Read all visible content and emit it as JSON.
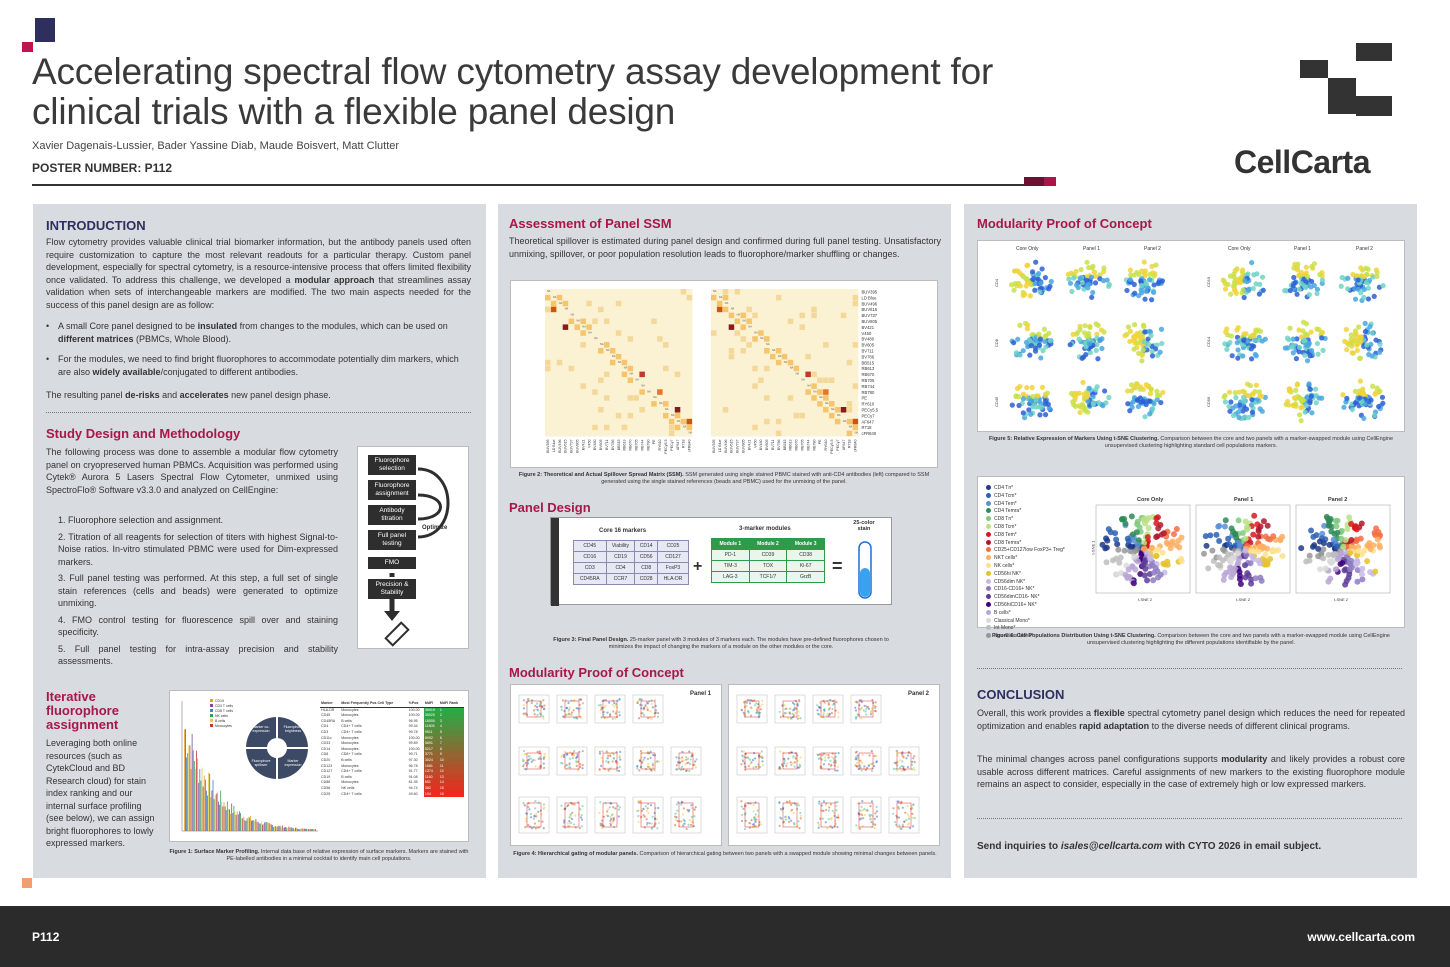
{
  "header": {
    "title": "Accelerating spectral flow cytometry assay development for clinical trials with a flexible panel design",
    "authors": "Xavier Dagenais-Lussier, Bader Yassine Diab, Maude Boisvert, Matt Clutter",
    "poster_number": "POSTER NUMBER: P112",
    "brand": "CellCarta"
  },
  "intro": {
    "heading": "INTRODUCTION",
    "p1_a": "Flow cytometry provides valuable clinical trial biomarker information, but the antibody panels used often require customization to capture the most relevant readouts for a particular therapy. Custom panel development, especially for spectral cytometry, is a resource-intensive process that offers limited flexibility once validated. To address this challenge, we developed a ",
    "p1_b": "modular approach",
    "p1_c": " that streamlines assay validation when sets of interchangeable markers are modified. The two main aspects needed for the success of this panel design are as follow:",
    "b1_a": "A small Core panel designed to be ",
    "b1_b": "insulated",
    "b1_c": " from changes to the modules, which can be used on ",
    "b1_d": "different matrices",
    "b1_e": " (PBMCs, Whole Blood).",
    "b2_a": "For the modules, we need to find bright fluorophores to accommodate potentially dim markers, which are also ",
    "b2_b": "widely available",
    "b2_c": "/conjugated to different antibodies.",
    "p2_a": "The resulting panel ",
    "p2_b": "de-risks",
    "p2_c": " and ",
    "p2_d": "accelerates",
    "p2_e": " new panel design phase."
  },
  "study": {
    "heading": "Study Design and Methodology",
    "p1": "The following process was done to assemble a modular flow cytometry panel on cryopreserved human PBMCs. Acquisition was performed using Cytek® Aurora 5 Lasers Spectral Flow Cytometer, unmixed using SpectroFlo® Software v3.3.0 and analyzed on CellEngine:",
    "steps": [
      "1. Fluorophore selection and assignment.",
      "2. Titration of all reagents for selection of titers with highest Signal-to-Noise ratios. In-vitro stimulated PBMC were used for Dim-expressed markers.",
      "3. Full panel testing was performed. At this step, a full set of single stain references (cells and beads) were generated to optimize unmixing.",
      "4. FMO control testing for fluorescence spill over and staining specificity.",
      "5. Full panel testing for intra-assay precision and stability assessments."
    ],
    "flow": [
      "Fluorophore selection",
      "Fluorophore assignment",
      "Antibody titration",
      "Full panel testing",
      "FMO",
      "Precision & Stability"
    ],
    "optimize": "Optimize"
  },
  "iterative": {
    "heading_1": "Iterative",
    "heading_2": "fluorophore",
    "heading_3": "assignment",
    "text": "Leveraging both online resources (such as CytekCloud and BD Research cloud) for stain index ranking and our internal surface profiling (see below), we can assign bright fluorophores to lowly expressed markers.",
    "fig1_title": "Figure 1: Surface Marker Profiling.",
    "fig1_text": " Internal data base of relative expression of surface markers. Markers are stained with PE-labelled antibodies in a minimal cocktail to identify main cell populations.",
    "circle": [
      "Marker co-expression",
      "Fluorophore brightness",
      "Fluorophore spillover",
      "Marker expression"
    ],
    "table_head": [
      "Marker",
      "Most Frequently Pos Cell Type",
      "%Pos",
      "MdFI",
      "MdFI Rank"
    ],
    "table_rows": [
      [
        "HLA-DR",
        "Monocytes",
        "100.00",
        "36919",
        "1"
      ],
      [
        "CD45",
        "Monocytes",
        "100.00",
        "35020",
        "2"
      ],
      [
        "CD45RA",
        "B cells",
        "96.95",
        "18050",
        "3"
      ],
      [
        "CD4",
        "CD4+ T cells",
        "99.34",
        "11805",
        "4"
      ],
      [
        "CD3",
        "CD4+ T cells",
        "99.78",
        "9511",
        "5"
      ],
      [
        "CD11c",
        "Monocytes",
        "100.00",
        "8902",
        "6"
      ],
      [
        "CD33",
        "Monocytes",
        "99.89",
        "5891",
        "7"
      ],
      [
        "CD14",
        "Monocytes",
        "100.00",
        "5217",
        "8"
      ],
      [
        "CD8",
        "CD8+ T cells",
        "99.71",
        "3771",
        "9"
      ],
      [
        "CD20",
        "B cells",
        "97.30",
        "3024",
        "10"
      ],
      [
        "CD123",
        "Monocytes",
        "96.78",
        "1681",
        "11"
      ],
      [
        "CD127",
        "CD4+ T cells",
        "91.77",
        "1374",
        "12"
      ],
      [
        "CD19",
        "B cells",
        "91.08",
        "1160",
        "13"
      ],
      [
        "CD86",
        "Monocytes",
        "81.35",
        "651",
        "14"
      ],
      [
        "CD56",
        "NK cells",
        "94.74",
        "382",
        "15"
      ],
      [
        "CD25",
        "CD4+ T cells",
        "49.60",
        "104",
        "16"
      ]
    ],
    "bar_legend": [
      "CD19",
      "CD3 T cells",
      "CD8 T cells",
      "NK cells",
      "B cells",
      "Monocytes"
    ]
  },
  "ssm": {
    "heading": "Assessment of Panel SSM",
    "text": "Theoretical spillover is estimated during panel design and confirmed during full panel testing. Unsatisfactory unmixing, spillover, or poor population resolution leads to fluorophore/marker shuffling or changes.",
    "labels": [
      "BUV395",
      "LD Blue",
      "BUV496",
      "BUV615",
      "BUV737",
      "BUV805",
      "BV421",
      "V450",
      "BV480",
      "BV605",
      "BV711",
      "BV786",
      "BB515",
      "RB613",
      "RB670",
      "RB705",
      "RB744",
      "RB780",
      "PE",
      "RY610",
      "PECy5.5",
      "PECy7",
      "AF647",
      "R718",
      "cFR840"
    ],
    "fig2_title": "Figure 2: Theoretical and Actual Spillover Spread Matrix (SSM).",
    "fig2_text": " SSM generated using single stained PBMC stained with anti-CD4 antibodies (left) compared to SSM generated using the single stained references (beads and PBMC) used for the unmixing of the panel."
  },
  "design": {
    "heading": "Panel Design",
    "core_title": "Core 16 markers",
    "core": [
      [
        "CD45",
        "Viability",
        "CD14",
        "CD25"
      ],
      [
        "CD16",
        "CD19",
        "CD56",
        "CD127"
      ],
      [
        "CD3",
        "CD4",
        "CD8",
        "FoxP3"
      ],
      [
        "CD45RA",
        "CCR7",
        "CD28",
        "HLA-DR"
      ]
    ],
    "mod_title": "3-marker modules",
    "mod_head": [
      "Module 1",
      "Module 2",
      "Module 3"
    ],
    "mod_rows": [
      [
        "PD-1",
        "CD39",
        "CD38"
      ],
      [
        "TIM-3",
        "TOX",
        "Ki-67"
      ],
      [
        "LAG-3",
        "TCF1/7",
        "GrzB"
      ]
    ],
    "stain_title": "25-color stain",
    "fig3_title": "Figure 3: Final Panel Design.",
    "fig3_text": " 25-marker panel with 3 modules of 3 markers each. The modules have pre-defined fluorophores chosen to minimizes the impact of changing the markers of a module on the other modules or the core."
  },
  "modularity_mid": {
    "heading": "Modularity Proof of Concept",
    "panel1": "Panel 1",
    "panel2": "Panel 2",
    "fig4_title": "Figure 4: Hierarchical gating of modular panels.",
    "fig4_text": " Comparison of hierarchical gating between two panels with a swapped module showing minimal changes between panels."
  },
  "modularity_right": {
    "heading": "Modularity Proof of Concept",
    "cols": [
      "Core Only",
      "Panel 1",
      "Panel 2",
      "Core Only",
      "Panel 1",
      "Panel 2"
    ],
    "row_labels_left": [
      "CD4",
      "CD8",
      "CD45"
    ],
    "row_labels_right": [
      "CD19",
      "CD14",
      "CD56"
    ],
    "fig5_title": "Figure 5: Relative Expression of Markers Using t-SNE Clustering.",
    "fig5_text": " Comparison between the core and two panels with a marker-swapped module using CellEngine unsupervised clustering highlighting standard cell populations markers.",
    "pop_cols": [
      "Core Only",
      "Panel 1",
      "Panel 2"
    ],
    "axis_y": "t-SNE 1",
    "axis_x": "t-SNE 2",
    "legend": [
      {
        "label": "CD4 Tn*",
        "color": "#1f3a8a"
      },
      {
        "label": "CD4 Tcm*",
        "color": "#2c5fb5"
      },
      {
        "label": "CD4 Tem*",
        "color": "#5a8fd6"
      },
      {
        "label": "CD4 Temra*",
        "color": "#2e8b57"
      },
      {
        "label": "CD8 Tn*",
        "color": "#7fc97f"
      },
      {
        "label": "CD8 Tcm*",
        "color": "#b8e186"
      },
      {
        "label": "CD8 Tem*",
        "color": "#d7191c"
      },
      {
        "label": "CD8 Temra*",
        "color": "#b2182b"
      },
      {
        "label": "CD25+CD127low FoxP3+ Treg*",
        "color": "#f46d43"
      },
      {
        "label": "NKT cells*",
        "color": "#fdae61"
      },
      {
        "label": "NK cells*",
        "color": "#fee08b"
      },
      {
        "label": "CD56hi NK*",
        "color": "#e6c229"
      },
      {
        "label": "CD56dim NK*",
        "color": "#c7b8e6"
      },
      {
        "label": "CD16-CD16+ NK*",
        "color": "#8e7cc3"
      },
      {
        "label": "CD56dimCD16- NK*",
        "color": "#5e3c99"
      },
      {
        "label": "CD56hiCD16+ NK*",
        "color": "#3f007d"
      },
      {
        "label": "B cells*",
        "color": "#b9a6d6"
      },
      {
        "label": "Classical Mono*",
        "color": "#d9d9d9"
      },
      {
        "label": "Int Mono*",
        "color": "#bdbdbd"
      },
      {
        "label": "Non-Class Mono*",
        "color": "#969696"
      }
    ],
    "fig6_title": "Figure 6: Cell Populations Distribution Using t-SNE Clustering.",
    "fig6_text": " Comparison between the core and two panels with a marker-swapped module using CellEngine unsupervised clustering highlighting the different populations identifiable by the panel."
  },
  "conclusion": {
    "heading": "CONCLUSION",
    "p1_a": "Overall, this work provides a ",
    "p1_b": "flexible",
    "p1_c": " spectral cytometry panel design which reduces the need for repeated optimization and enables ",
    "p1_d": "rapid adaptation",
    "p1_e": " to the diverse needs of different clinical programs.",
    "p2_a": "The minimal changes across panel configurations supports ",
    "p2_b": "modularity",
    "p2_c": " and likely provides a robust core usable across different matrices. Careful assignments of new markers to the existing fluorophore module remains an aspect to consider, especially in the case of extremely high or low expressed markers.",
    "contact_a": "Send inquiries to ",
    "contact_b": "isales@cellcarta.com",
    "contact_c": " with CYTO 2026 in email subject."
  },
  "footer": {
    "left": "P112",
    "right": "www.cellcarta.com"
  },
  "colors": {
    "accent": "#a8174a",
    "accent_dark": "#6b1133",
    "navy": "#2f2f5f",
    "panel_bg": "#d8dbdf",
    "footer_bg": "#2b2b2b"
  }
}
